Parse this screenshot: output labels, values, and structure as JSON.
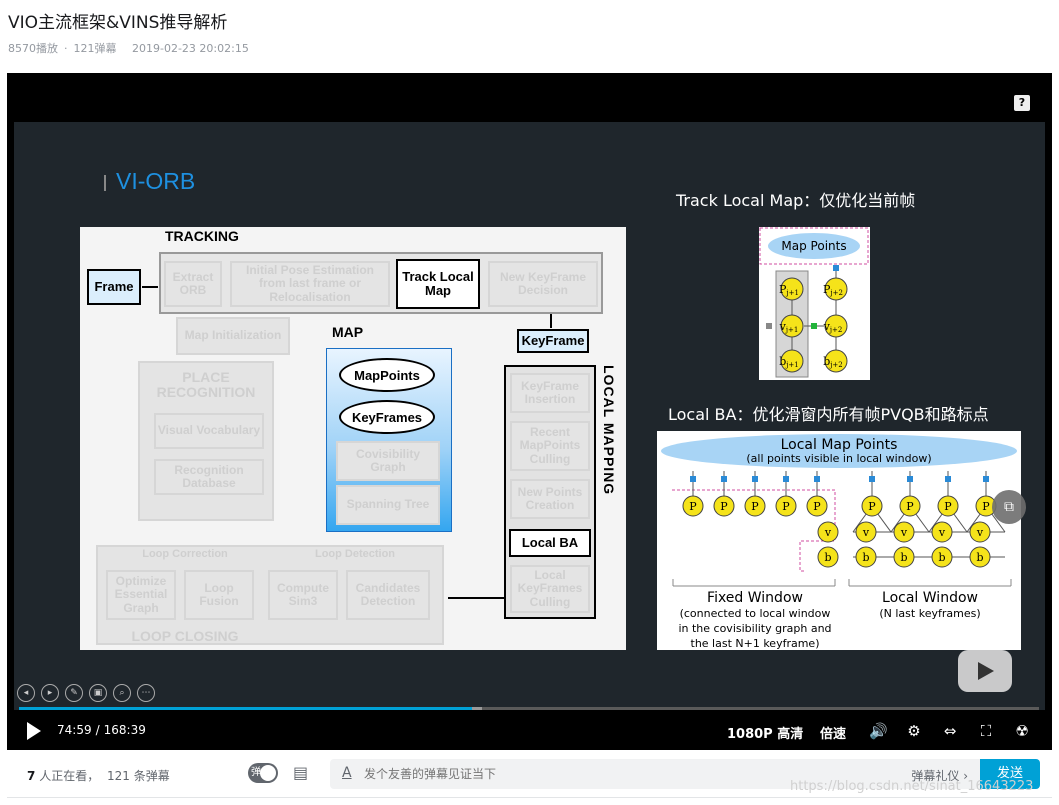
{
  "video": {
    "title": "VIO主流框架&VINS推导解析",
    "plays": "8570播放",
    "separator": "·",
    "danmaku": "121弹幕",
    "date": "2019-02-23 20:02:15"
  },
  "slide": {
    "heading": "VI-ORB",
    "diagram": {
      "tracking": "TRACKING",
      "frame": "Frame",
      "extract": "Extract ORB",
      "initial_pose": "Initial Pose Estimation from last frame or Relocalisation",
      "track_local_map": "Track Local Map",
      "new_kf": "New KeyFrame Decision",
      "keyframe": "KeyFrame",
      "map_init": "Map Initialization",
      "map": "MAP",
      "mappoints": "MapPoints",
      "keyframes": "KeyFrames",
      "covis": "Covisibility Graph",
      "spanning": "Spanning Tree",
      "place_recognition": "PLACE RECOGNITION",
      "visual_vocab": "Visual Vocabulary",
      "recog_db": "Recognition Database",
      "local_mapping": "LOCAL MAPPING",
      "kf_insertion": "KeyFrame Insertion",
      "recent_mp": "Recent MapPoints Culling",
      "new_points": "New Points Creation",
      "local_ba": "Local BA",
      "local_kf_culling": "Local KeyFrames Culling",
      "loop_closing": "LOOP CLOSING",
      "loop_correction": "Loop Correction",
      "loop_detection": "Loop Detection",
      "optimize": "Optimize Essential Graph",
      "loop_fusion": "Loop Fusion",
      "compute_sim3": "Compute Sim3",
      "candidates": "Candidates Detection"
    },
    "track_caption": "Track Local Map：仅优化当前帧",
    "track_fig": {
      "map_points": "Map Points",
      "p1": "P",
      "p1_sub": "j+1",
      "p2": "P",
      "p2_sub": "j+2",
      "v1": "v",
      "v1_sub": "j+1",
      "v2": "v",
      "v2_sub": "j+2",
      "b1": "b",
      "b1_sub": "j+1",
      "b2": "b",
      "b2_sub": "j+2"
    },
    "ba_caption": "Local BA：优化滑窗内所有帧PVQB和路标点",
    "ba_fig": {
      "header": "Local Map Points",
      "subheader": "(all points visible in local window)",
      "p": "P",
      "v": "v",
      "b": "b",
      "fixed_title": "Fixed Window",
      "fixed_desc1": "(connected to local window",
      "fixed_desc2": "in the covisibility graph and",
      "fixed_desc3": "the last N+1 keyframe)",
      "local_title": "Local Window",
      "local_desc": "(N last keyframes)"
    }
  },
  "player": {
    "current_time": "74:59",
    "time_sep": "/",
    "total_time": "168:39",
    "quality": "1080P 高清",
    "speed": "倍速",
    "progress": 0.444,
    "help": "?"
  },
  "bottom": {
    "online_count": "7",
    "online_label": "人正在看，",
    "danmaku_count": "121",
    "danmaku_label": "条弹幕",
    "toggle_label": "弹",
    "input_placeholder": "发个友善的弹幕见证当下",
    "etiquette": "弹幕礼仪 ›",
    "send": "发送"
  },
  "watermark": "https://blog.csdn.net/sinat_16643223",
  "colors": {
    "accent": "#00a1d6",
    "slide_bg": "#1f262c",
    "node_yellow": "#f5e31a"
  }
}
